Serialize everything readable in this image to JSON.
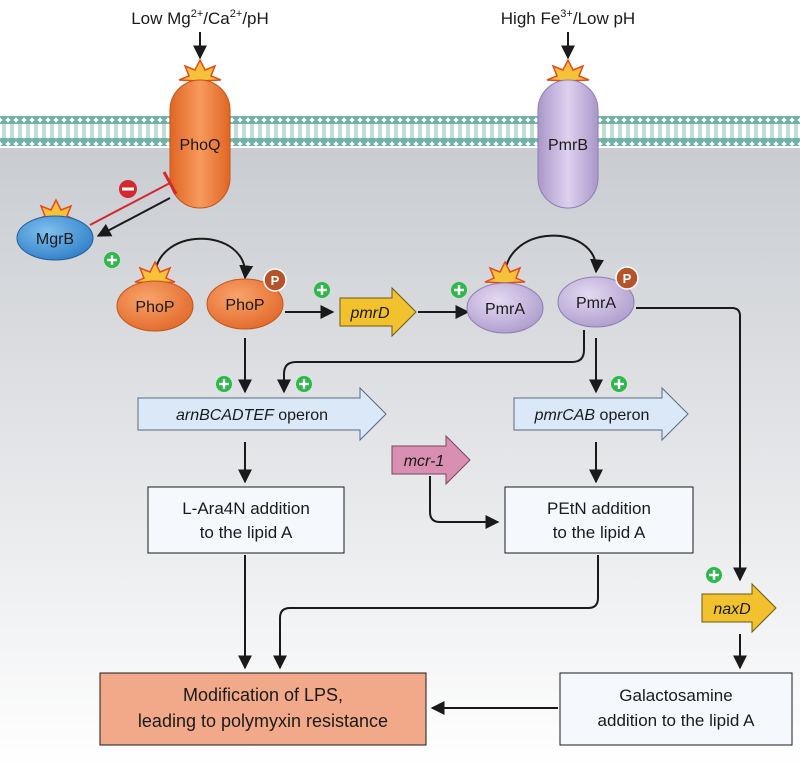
{
  "signals": {
    "phoq_input": {
      "pre": "Low Mg",
      "sup": "2+",
      "mid": "/Ca",
      "sup2": "2+",
      "post": "/pH"
    },
    "pmrb_input": {
      "pre": "High Fe",
      "sup": "3+",
      "post": "/Low pH"
    }
  },
  "proteins": {
    "phoq": "PhoQ",
    "pmrb": "PmrB",
    "mgrb": "MgrB",
    "phop": "PhoP",
    "phop_p": "PhoP",
    "pmra": "PmrA",
    "pmra_p": "PmrA",
    "phospho_mark": "P"
  },
  "genes": {
    "pmrd": "pmrD",
    "mcr1": "mcr-1",
    "naxd": "naxD",
    "arn_name": "arnBCADTEF",
    "arn_suffix": " operon",
    "pmr_name": "pmrCAB",
    "pmr_suffix": " operon"
  },
  "outcomes": {
    "ara4n": [
      "L-Ara4N addition",
      "to the lipid A"
    ],
    "petn": [
      "PEtN addition",
      "to the lipid A"
    ],
    "galactosamine": [
      "Galactosamine",
      "addition to the lipid A"
    ],
    "final": [
      "Modification of LPS,",
      "leading to polymyxin resistance"
    ]
  },
  "colors": {
    "membrane_head": "#6fb3a8",
    "cytoplasm": "#d6d8dc",
    "phoq": "#ee7d3b",
    "pmrb": "#bfaed9",
    "mgrb": "#4a97d6",
    "gene_yellow": "#f2c12e",
    "gene_pink": "#d98fb2",
    "operon_blue": "#dbe8f8",
    "final_box": "#f2a98a",
    "activation": "#2db84a",
    "inhibition": "#d2282e",
    "phospho": "#b5532a"
  }
}
